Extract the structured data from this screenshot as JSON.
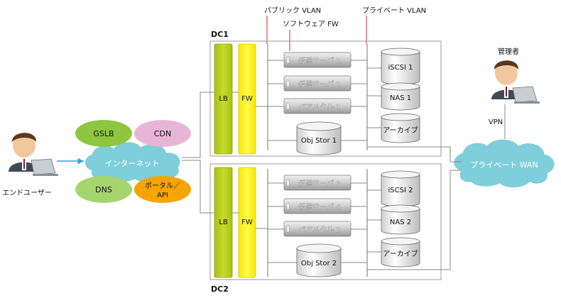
{
  "datacenters": [
    {
      "label": "DC1",
      "lb": "LB",
      "fw": "FW",
      "servers": [
        "仮想サーバ 1",
        "仮想サーバ 2",
        "ベアメタル 1"
      ],
      "storage": [
        "iSCSI 1",
        "NAS 1",
        "アーカイブ"
      ],
      "obj": "Obj Stor 1"
    },
    {
      "label": "DC2",
      "lb": "LB",
      "fw": "FW",
      "servers": [
        "仮想サーバ 3",
        "仮想サーバ 4",
        "ベアメタル 2"
      ],
      "storage": [
        "iSCSI 2",
        "NAS 2",
        "アーカイブ"
      ],
      "obj": "Obj Stor 2"
    }
  ],
  "labels": {
    "public_vlan": "パブリック VLAN",
    "private_vlan": "プライベート VLAN",
    "software_fw": "ソフトウェア FW",
    "end_user": "エンドユーザー",
    "admin": "管理者",
    "vpn": "VPN",
    "internet": "インターネット",
    "private_wan": "プライベート WAN"
  },
  "services": {
    "gslb": "GSLB",
    "cdn": "CDN",
    "dns": "DNS",
    "portal_line1": "ポータル／",
    "portal_line2": "API"
  },
  "colors": {
    "lb": "#b5cc1a",
    "fw": "#fff200",
    "cloud": "#7ecfdb",
    "gslb": "#8ec63f",
    "cdn": "#e7b6d6",
    "dns": "#a6d56e",
    "portal": "#f5a400",
    "accent_red": "#d7263d"
  }
}
